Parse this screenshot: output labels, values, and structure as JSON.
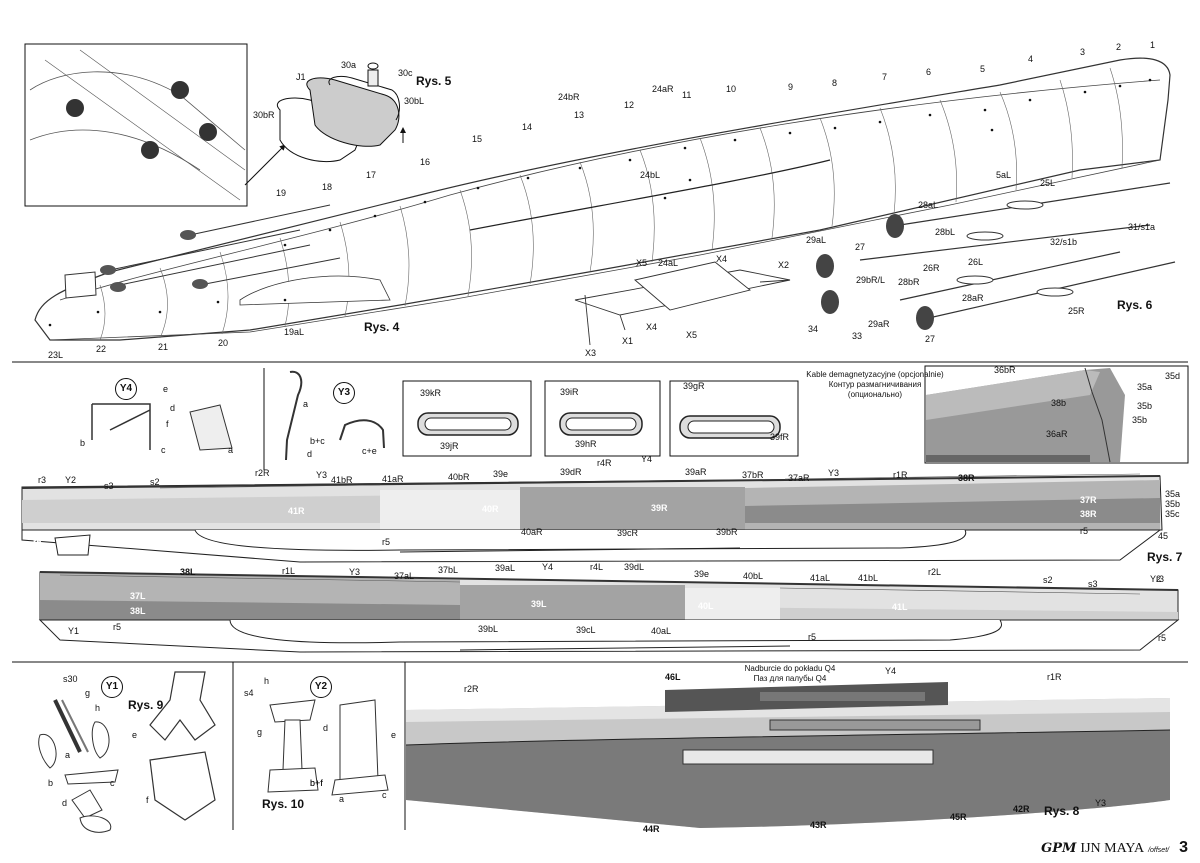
{
  "figures": {
    "rys4": "Rys. 4",
    "rys5": "Rys. 5",
    "rys6": "Rys. 6",
    "rys7": "Rys. 7",
    "rys8": "Rys. 8",
    "rys9": "Rys. 9",
    "rys10": "Rys. 10"
  },
  "callouts": {
    "y1": "Y1",
    "y2": "Y2",
    "y3": "Y3",
    "y4": "Y4"
  },
  "notes": {
    "demag_pl": "Kable demagnetyzacyjne (opcjonalnie)",
    "demag_ru1": "Контур размагничивания",
    "demag_ru2": "(опционально)",
    "nadburcie_pl": "Nadburcie do pokładu Q4",
    "nadburcie_ru": "Паз для палубы Q4"
  },
  "labels": {
    "hull": [
      "1",
      "2",
      "3",
      "4",
      "5",
      "6",
      "7",
      "8",
      "9",
      "10",
      "11",
      "12",
      "13",
      "14",
      "15",
      "16",
      "17",
      "18",
      "19",
      "20",
      "21",
      "22",
      "23L",
      "19aL",
      "5aL",
      "24bR",
      "24aR",
      "24bL",
      "24aL"
    ],
    "rys5": [
      "30a",
      "30c",
      "J1",
      "30bL",
      "30bR"
    ],
    "frame": [
      "X5",
      "X4",
      "X2",
      "X1",
      "X4",
      "X5",
      "X3"
    ],
    "rys6": [
      "25L",
      "28aL",
      "28bL",
      "31/s1a",
      "27",
      "29aL",
      "26L",
      "32/s1b",
      "29bR/L",
      "26R",
      "28bR",
      "28aR",
      "25R",
      "34",
      "33",
      "29aR",
      "27"
    ],
    "y4": [
      "e",
      "d",
      "f",
      "b",
      "c",
      "a"
    ],
    "y3": [
      "a",
      "b+c",
      "d",
      "c+e"
    ],
    "rys7": [
      "39kR",
      "39jR",
      "39iR",
      "39hR",
      "39gR",
      "39fR",
      "36bR",
      "38b",
      "36aR",
      "35d",
      "35a",
      "35b",
      "35b",
      "r3",
      "Y2",
      "s3",
      "s2",
      "r2R",
      "Y3",
      "41bR",
      "41aR",
      "40bR",
      "39e",
      "39dR",
      "r4R",
      "Y4",
      "39aR",
      "37bR",
      "37aR",
      "Y3",
      "r1R",
      "38R",
      "35a",
      "35b",
      "35c",
      "41R",
      "40R",
      "39R",
      "37R",
      "38R",
      "r5",
      "r5",
      "40aR",
      "39cR",
      "39bR",
      "r5",
      "45"
    ],
    "rys7b": [
      "38L",
      "r1L",
      "Y3",
      "37aL",
      "37bL",
      "39aL",
      "Y4",
      "r4L",
      "39dL",
      "39e",
      "40bL",
      "41aL",
      "41bL",
      "r2L",
      "s2",
      "s3",
      "Y2",
      "r3",
      "37L",
      "38L",
      "39L",
      "40L",
      "41L",
      "Y1",
      "r5",
      "39bL",
      "39cL",
      "40aL",
      "r5",
      "r5"
    ],
    "rys9": [
      "s30",
      "g",
      "h",
      "e",
      "a",
      "b",
      "c",
      "d",
      "f"
    ],
    "rys10": [
      "h",
      "s4",
      "g",
      "b+f"
    ],
    "y2": [
      "d",
      "e",
      "b+f",
      "a",
      "c"
    ],
    "rys8": [
      "46L",
      "Y4",
      "r2R",
      "r1R",
      "44R",
      "43R",
      "45R",
      "42R",
      "Y3"
    ]
  },
  "footer": {
    "brand": "GPM",
    "title": "IJN MAYA",
    "edition": "/offset/",
    "page": "3"
  }
}
